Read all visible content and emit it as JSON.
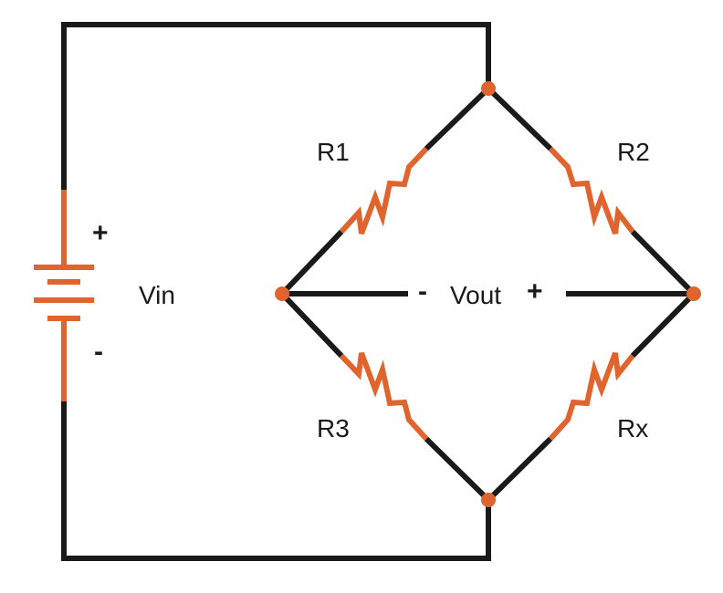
{
  "diagram": {
    "colors": {
      "wire": "#1a1a1a",
      "component": "#e0642e",
      "node": "#e0642e",
      "background": "#ffffff"
    },
    "labels": {
      "source": "Vin",
      "output": "Vout",
      "r1": "R1",
      "r2": "R2",
      "r3": "R3",
      "rx": "Rx"
    },
    "polarity": {
      "source_plus": "+",
      "source_minus": "-",
      "output_minus": "-",
      "output_plus": "+"
    }
  }
}
